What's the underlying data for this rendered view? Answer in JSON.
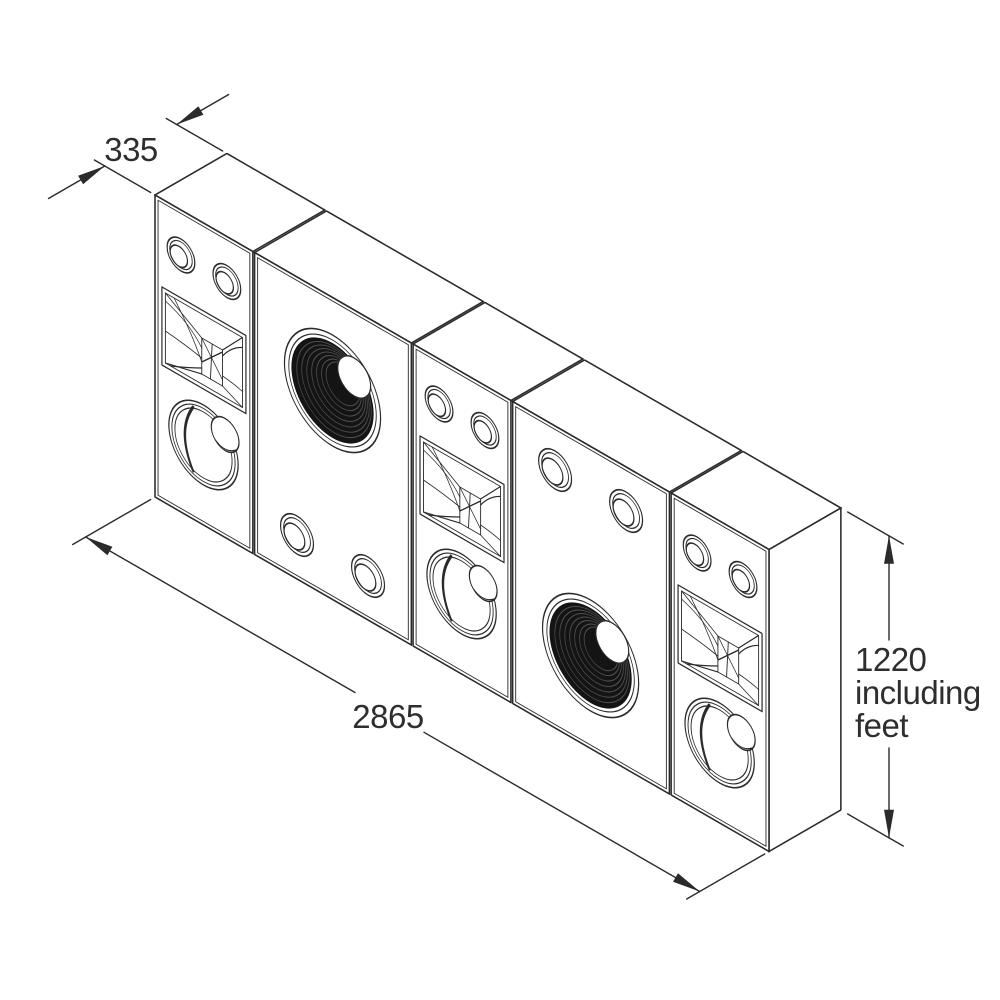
{
  "diagram": {
    "kind": "isometric speaker-array line drawing",
    "colors": {
      "background": "#ffffff",
      "line": "#2b2b2b",
      "text": "#2e2e2e",
      "cone_fill": "#141414"
    }
  },
  "annotations": {
    "depth": {
      "text": "335",
      "value": 335
    },
    "width": {
      "text": "2865",
      "value": 2865
    },
    "height": {
      "line1": "1220",
      "line2": "including",
      "line3": "feet",
      "value": 1220
    }
  },
  "cabinets": [
    {
      "name": "left monitor cabinet",
      "features": [
        "bass port",
        "bass port",
        "horn",
        "woofer"
      ]
    },
    {
      "name": "left subwoofer cabinet",
      "features": [
        "subwoofer",
        "bass port",
        "bass port"
      ]
    },
    {
      "name": "center monitor cabinet",
      "features": [
        "bass port",
        "bass port",
        "horn",
        "woofer"
      ]
    },
    {
      "name": "right subwoofer cabinet",
      "features": [
        "bass port",
        "bass port",
        "subwoofer"
      ]
    },
    {
      "name": "right monitor cabinet",
      "features": [
        "bass port",
        "bass port",
        "horn",
        "woofer"
      ]
    }
  ]
}
